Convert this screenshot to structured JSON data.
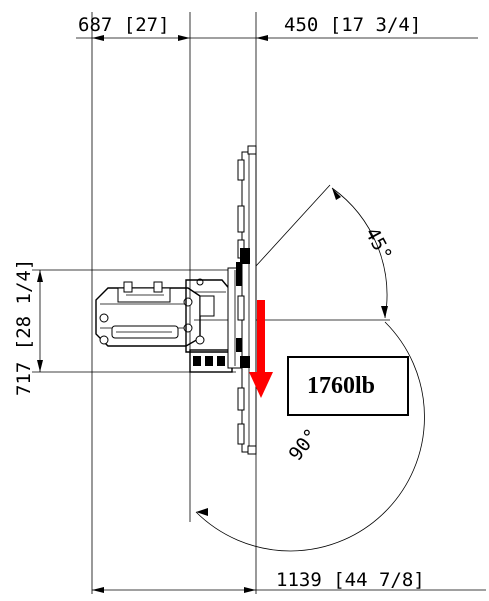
{
  "dimensions": {
    "top_left": "687 [27]",
    "top_right": "450 [17 3/4]",
    "left_vertical": "717 [28 1/4]",
    "bottom": "1139 [44 7/8]",
    "angle_upper": "45°",
    "angle_lower": "90°"
  },
  "load": {
    "label": "1760lb",
    "arrow_color": "#ff0000"
  },
  "colors": {
    "line": "#000000",
    "background": "#ffffff"
  }
}
